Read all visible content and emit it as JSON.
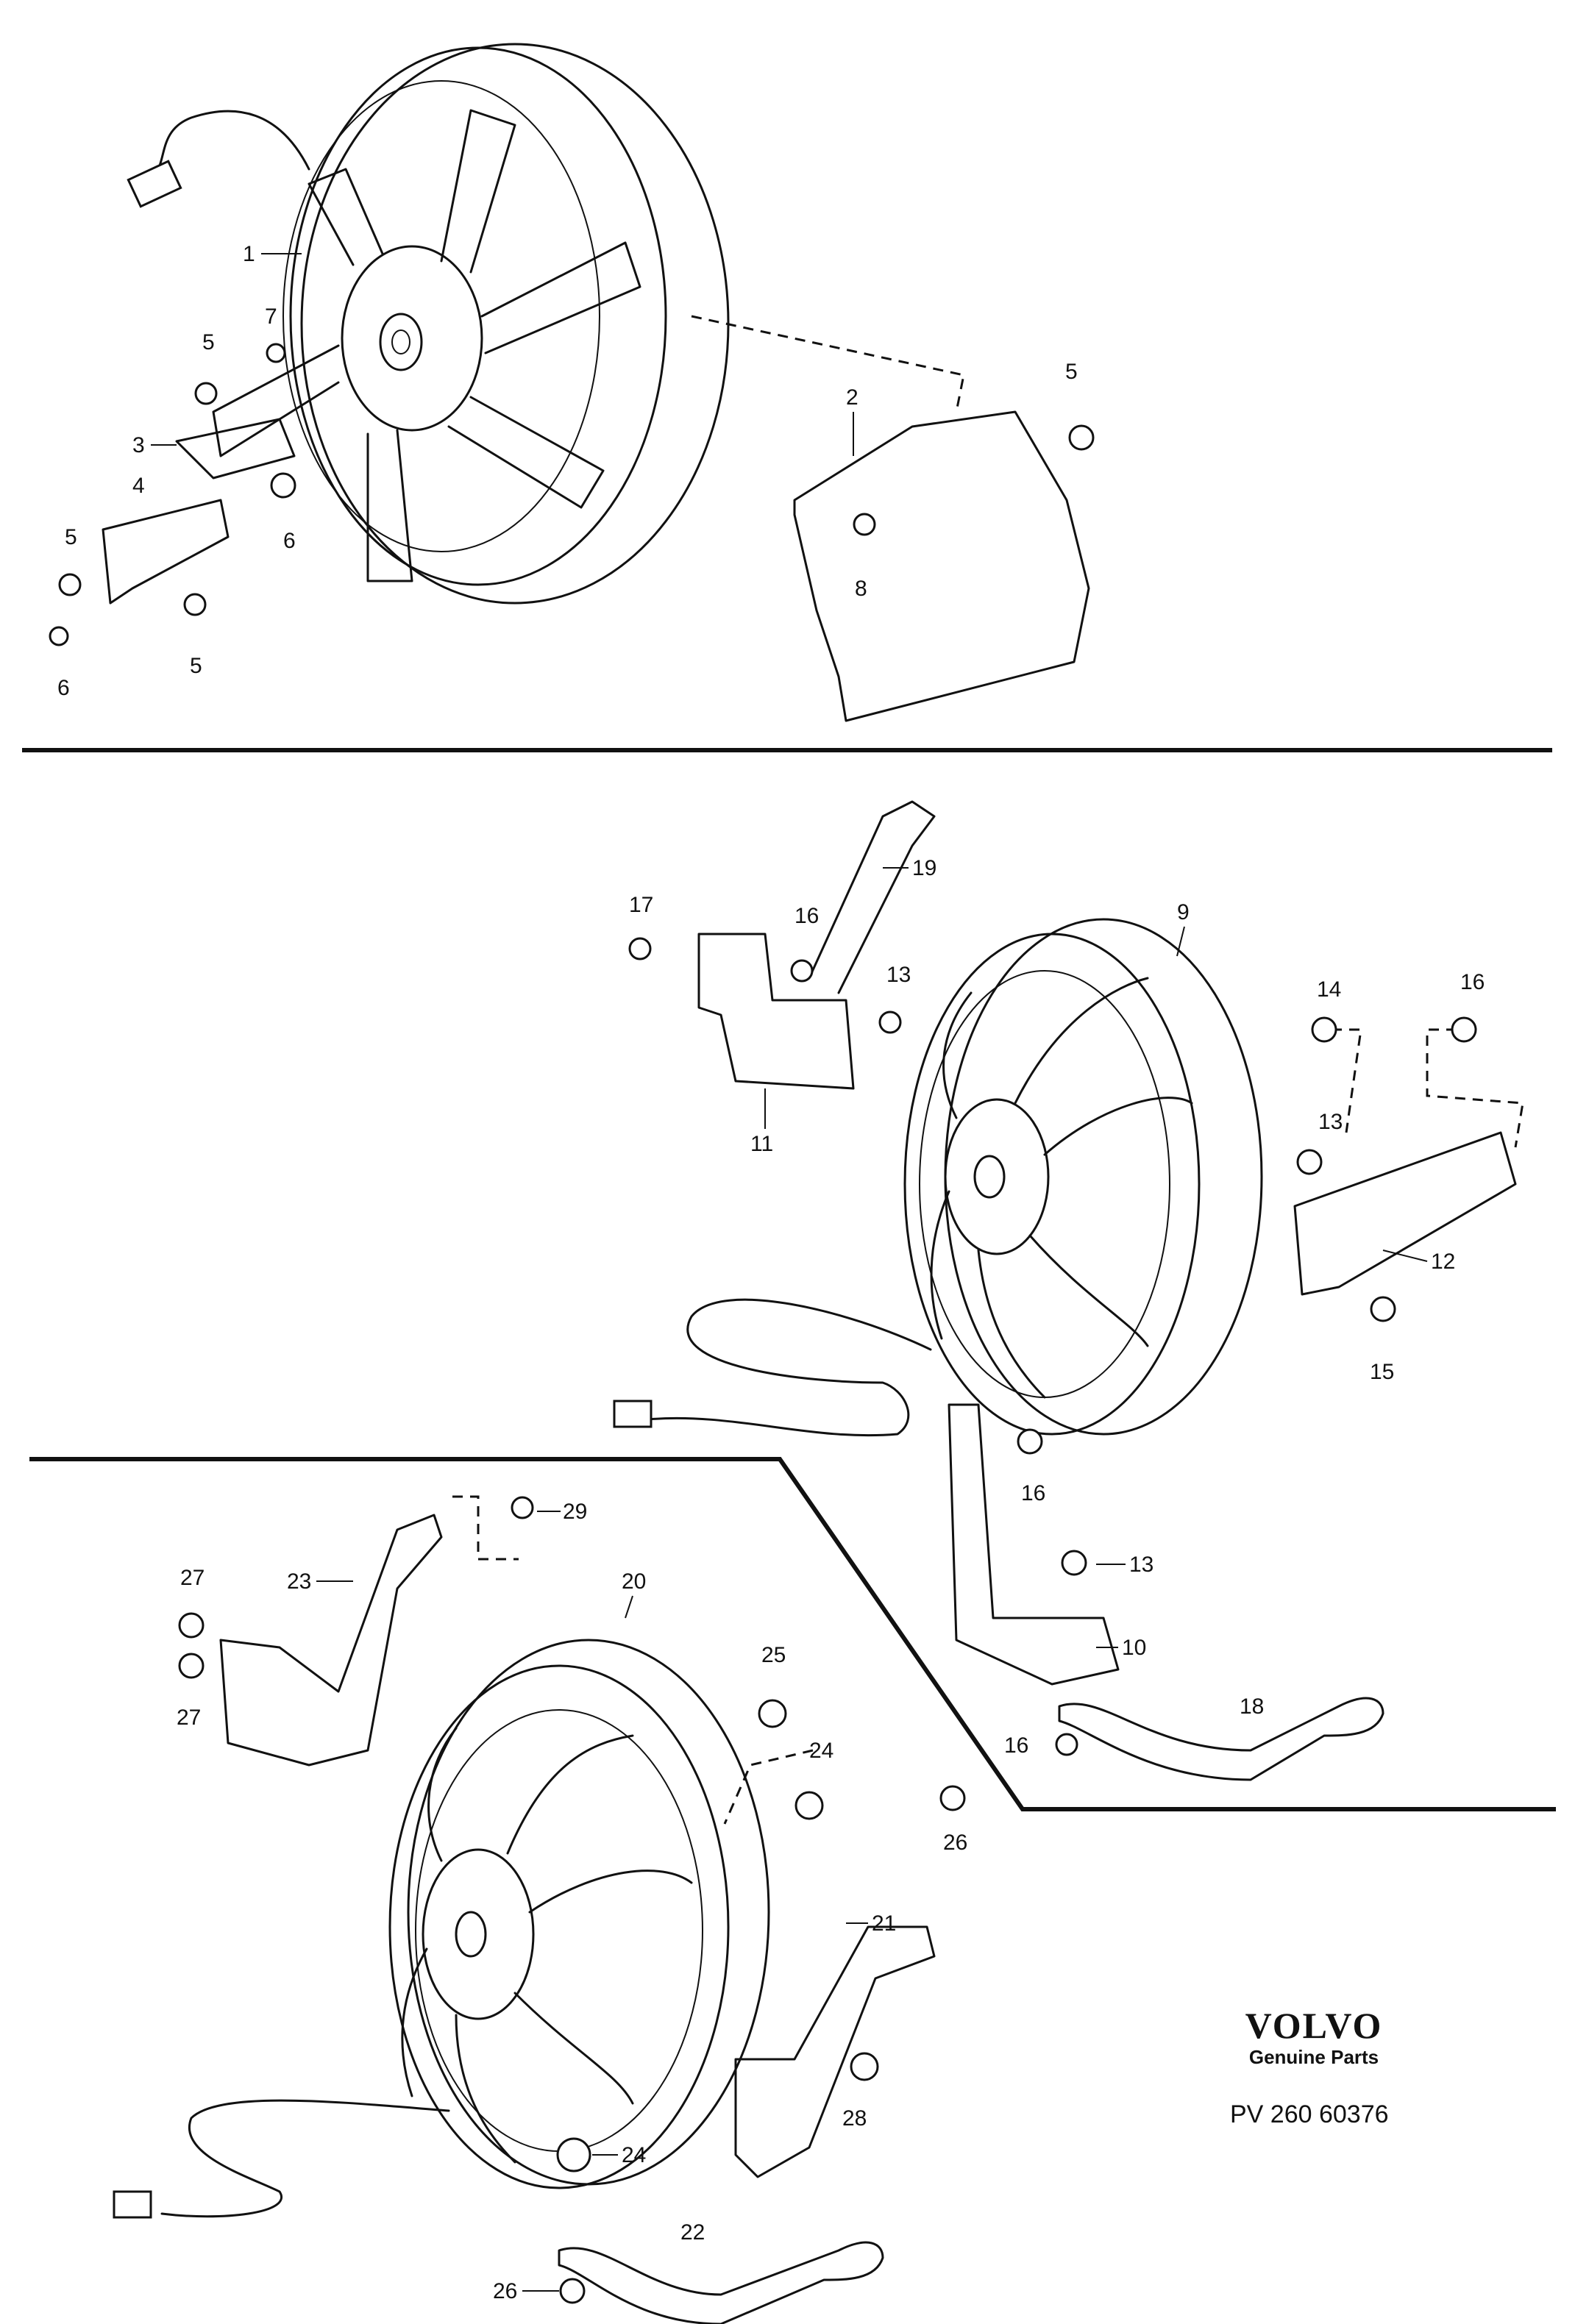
{
  "callouts": {
    "c1": "1",
    "c2": "2",
    "c3": "3",
    "c4": "4",
    "c5a": "5",
    "c5b": "5",
    "c5c": "5",
    "c5d": "5",
    "c6a": "6",
    "c6b": "6",
    "c7": "7",
    "c8": "8",
    "c9": "9",
    "c10": "10",
    "c11": "11",
    "c12": "12",
    "c13a": "13",
    "c13b": "13",
    "c13c": "13",
    "c14": "14",
    "c15": "15",
    "c16a": "16",
    "c16b": "16",
    "c16c": "16",
    "c16d": "16",
    "c17": "17",
    "c18": "18",
    "c19": "19",
    "c20": "20",
    "c21": "21",
    "c22": "22",
    "c23": "23",
    "c24a": "24",
    "c24b": "24",
    "c25": "25",
    "c26a": "26",
    "c26b": "26",
    "c27a": "27",
    "c27b": "27",
    "c28": "28",
    "c29": "29"
  },
  "footer": {
    "brand": "VOLVO",
    "tagline": "Genuine Parts",
    "reference": "PV 260 60376"
  }
}
